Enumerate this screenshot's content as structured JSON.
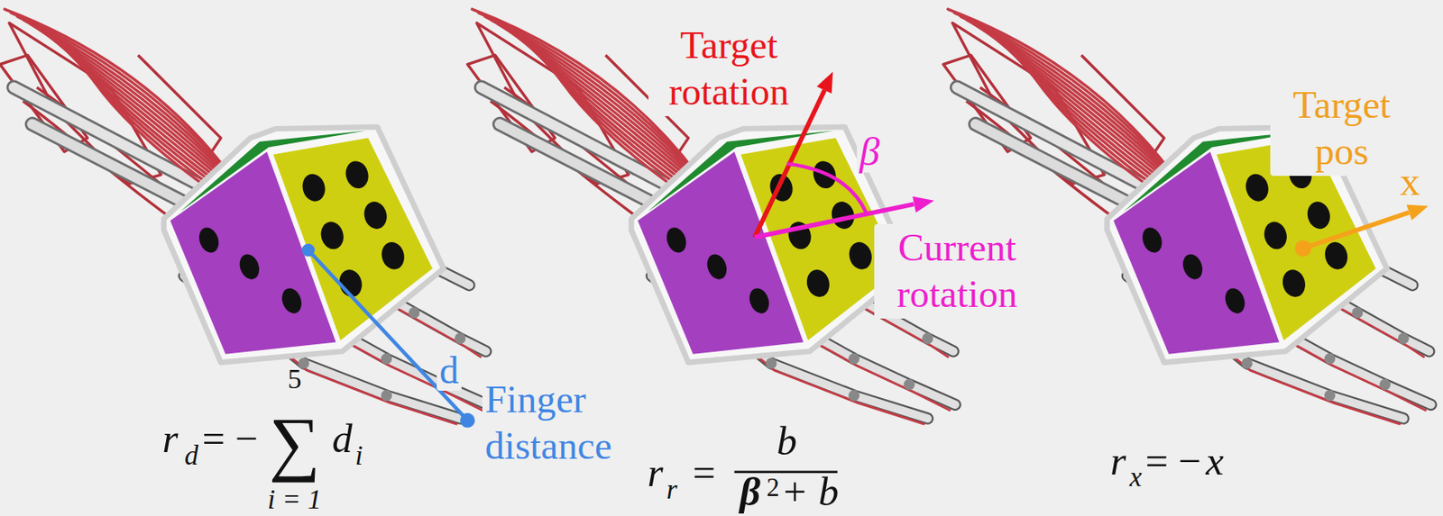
{
  "diagram": {
    "labels": [
      "d",
      "Finger distance",
      "r",
      "d",
      "= −",
      "∑",
      "5",
      "i = 1",
      "d",
      "i",
      "Target rotation",
      "β",
      "Current rotation",
      "r",
      "r",
      "=",
      "b",
      "β",
      "2",
      "+ b",
      "Target pos",
      "x",
      "r",
      "x",
      "= −",
      "x"
    ]
  }
}
